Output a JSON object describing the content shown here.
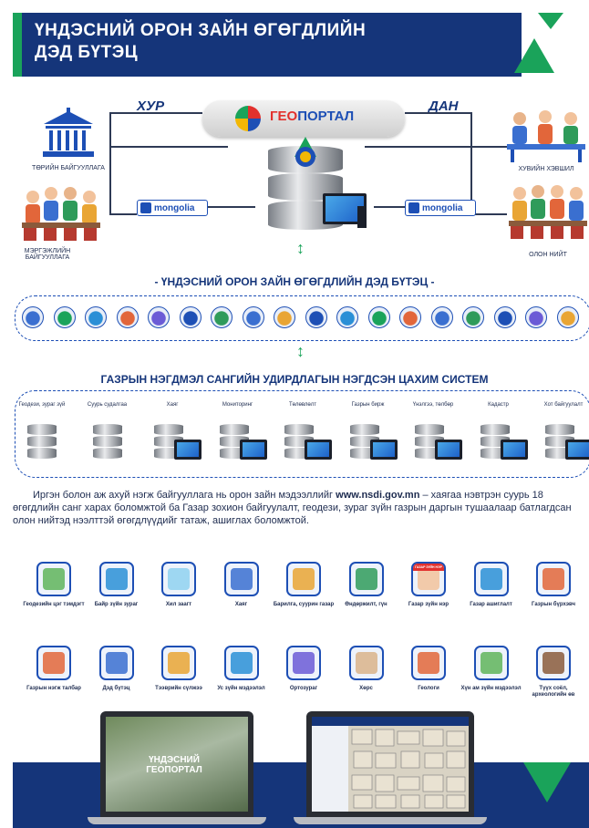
{
  "header": {
    "title_line1": "ҮНДЭСНИЙ ОРОН ЗАЙН ӨГӨГДЛИЙН",
    "title_line2": "ДЭД БҮТЭЦ"
  },
  "diagram": {
    "left_tag": "ХУР",
    "right_tag": "ДАН",
    "portal_prefix": "ГЕО",
    "portal_suffix": "ПОРТАЛ",
    "org_top_left": "ТӨРИЙН БАЙГУУЛЛАГА",
    "org_bottom_left": "МЭРГЭЖЛИЙН БАЙГУУЛЛАГА",
    "org_top_right": "ХУВИЙН ХЭВШИЛ",
    "org_bottom_right": "ОЛОН НИЙТ",
    "mongolia_label": "mongolia"
  },
  "section1_title": "- ҮНДЭСНИЙ ОРОН ЗАЙН ӨГӨГДЛИЙН ДЭД БҮТЭЦ -",
  "section2_title": "ГАЗРЫН НЭГДМЭЛ САНГИЙН УДИРДЛАГЫН НЭГДСЭН ЦАХИМ СИСТЕМ",
  "systems": [
    "Геодези, зураг зүй",
    "Суурь судалгаа",
    "Хаяг",
    "Мониторинг",
    "Төлөвлөлт",
    "Газрын бирж",
    "Үнэлгээ, төлбөр",
    "Кадастр",
    "Хот байгуулалт"
  ],
  "paragraph": {
    "part1": "Иргэн болон аж ахуй нэгж байгууллага нь орон зайн мэдээллийг ",
    "link": "www.nsdi.gov.mn",
    "part2": " – хаягаа нэвтрэн суурь 18 өгөгдлийн санг харах боломжтой ба Газар зохион байгуулалт, геодези, зураг зүйн газрын даргын тушаалаар батлагдсан олон нийтэд нээлттэй өгөгдлүүдийг татаж, ашиглах боломжтой."
  },
  "tiles_row1": [
    "Геодезийн цэг тэмдэгт",
    "Байр зүйн зураг",
    "Хил заагт",
    "Хаяг",
    "Барилга, суурин газар",
    "Өндөржилт, гүн",
    "Газар зүйн нэр",
    "Газар ашиглалт",
    "Газрын бүрхэвч"
  ],
  "tiles_row2": [
    "Газрын нэгж талбар",
    "Дэд бүтэц",
    "Тээврийн сүлжээ",
    "Ус зүйн мэдээлэл",
    "Ортозураг",
    "Хөрс",
    "Геологи",
    "Хүн ам зүйн мэдээлэл",
    "Түүх соёл, археологийн өв"
  ],
  "tile_badge_text": "ГАЗАР ЗҮЙН НЭР",
  "laptop_screen_title": "ҮНДЭСНИЙ ГЕОПОРТАЛ",
  "colors": {
    "navy": "#15357a",
    "green": "#1aa35a",
    "blue": "#1d4fb5"
  }
}
